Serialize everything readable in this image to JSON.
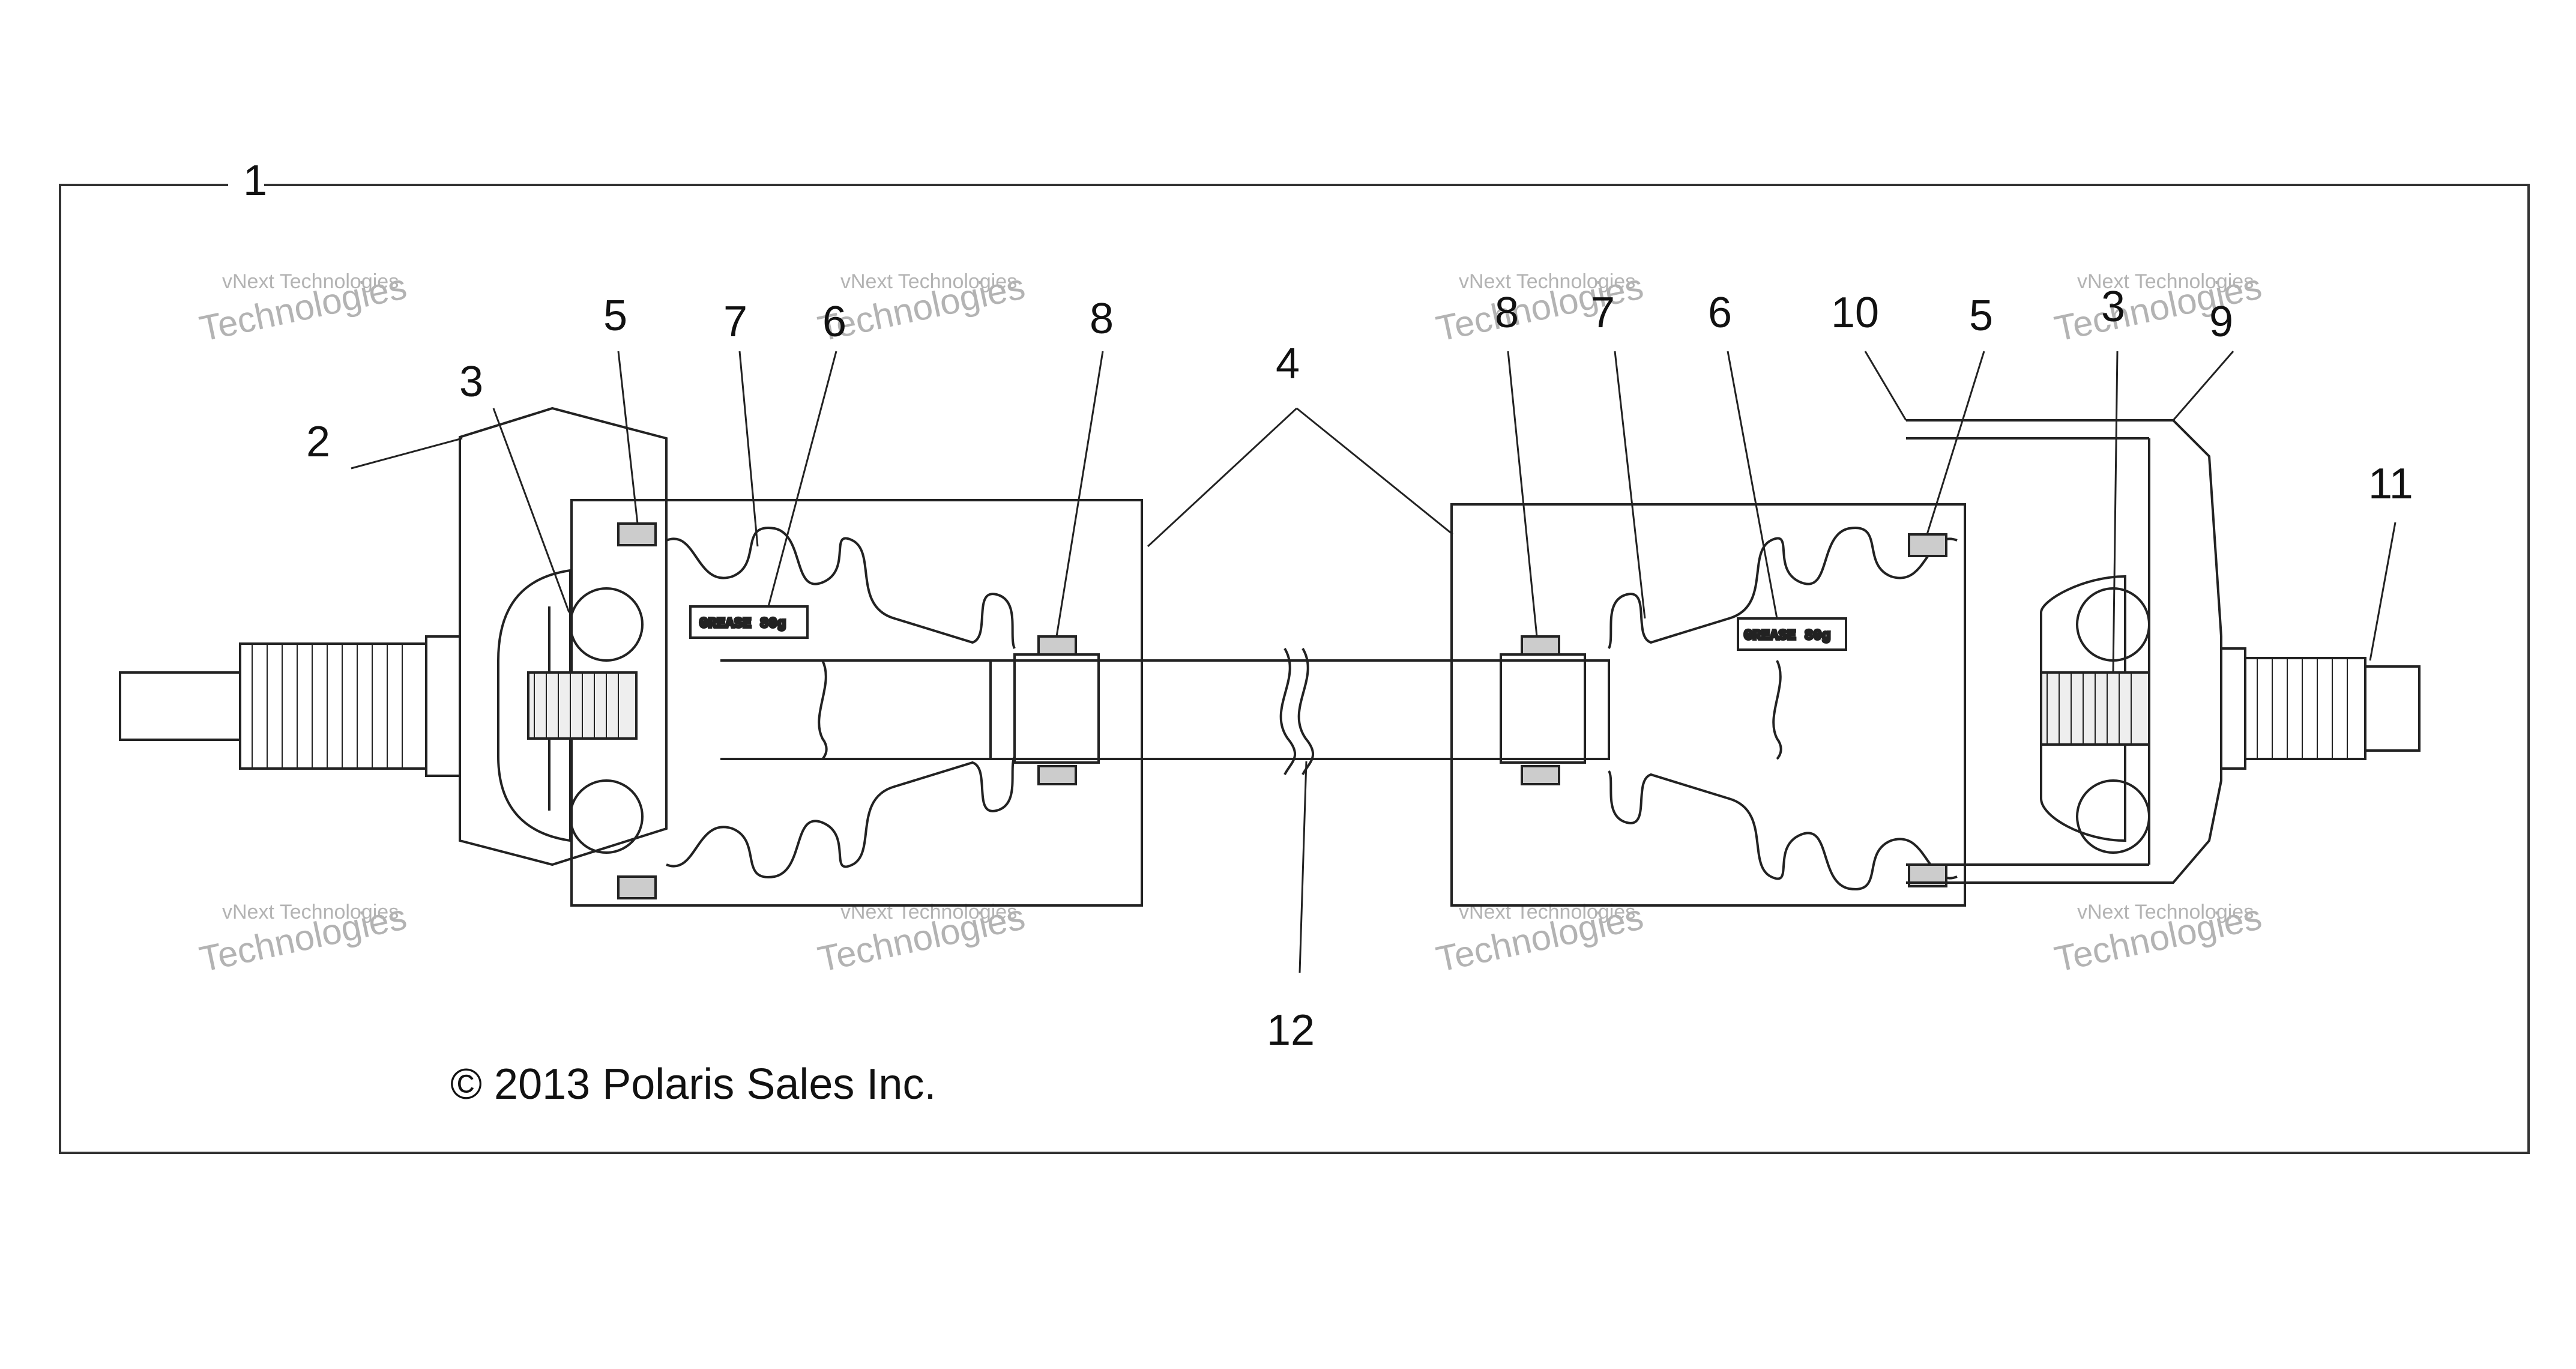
{
  "callouts": {
    "c1": "1",
    "c2": "2",
    "c3a": "3",
    "c3b": "3",
    "c4": "4",
    "c5a": "5",
    "c5b": "5",
    "c6a": "6",
    "c6b": "6",
    "c7a": "7",
    "c7b": "7",
    "c8a": "8",
    "c8b": "8",
    "c9": "9",
    "c10": "10",
    "c11": "11",
    "c12": "12"
  },
  "grease_label": "GREASE 80g",
  "copyright": "© 2013 Polaris Sales Inc.",
  "watermark": {
    "line1": "vNext Technologies",
    "line2": "vNext",
    "line3": "Technologies"
  }
}
